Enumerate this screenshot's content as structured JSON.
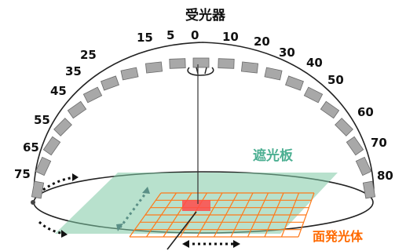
{
  "labels": {
    "receiver": "受光器",
    "shield": "遮光板",
    "source": "面発光体"
  },
  "angles": [
    "75",
    "65",
    "55",
    "45",
    "35",
    "25",
    "15",
    "5",
    "0",
    "10",
    "20",
    "30",
    "40",
    "50",
    "60",
    "70",
    "80"
  ],
  "colors": {
    "dome": "#222222",
    "sensor_fill": "#a8a8a8",
    "shield_fill": "#7ec8a4",
    "shield_text": "#4caf92",
    "grid_line": "#ff7a1a",
    "source_text": "#ff6a00",
    "light_patch": "#ff4a4a",
    "arrow_teal": "#5a8f86"
  }
}
